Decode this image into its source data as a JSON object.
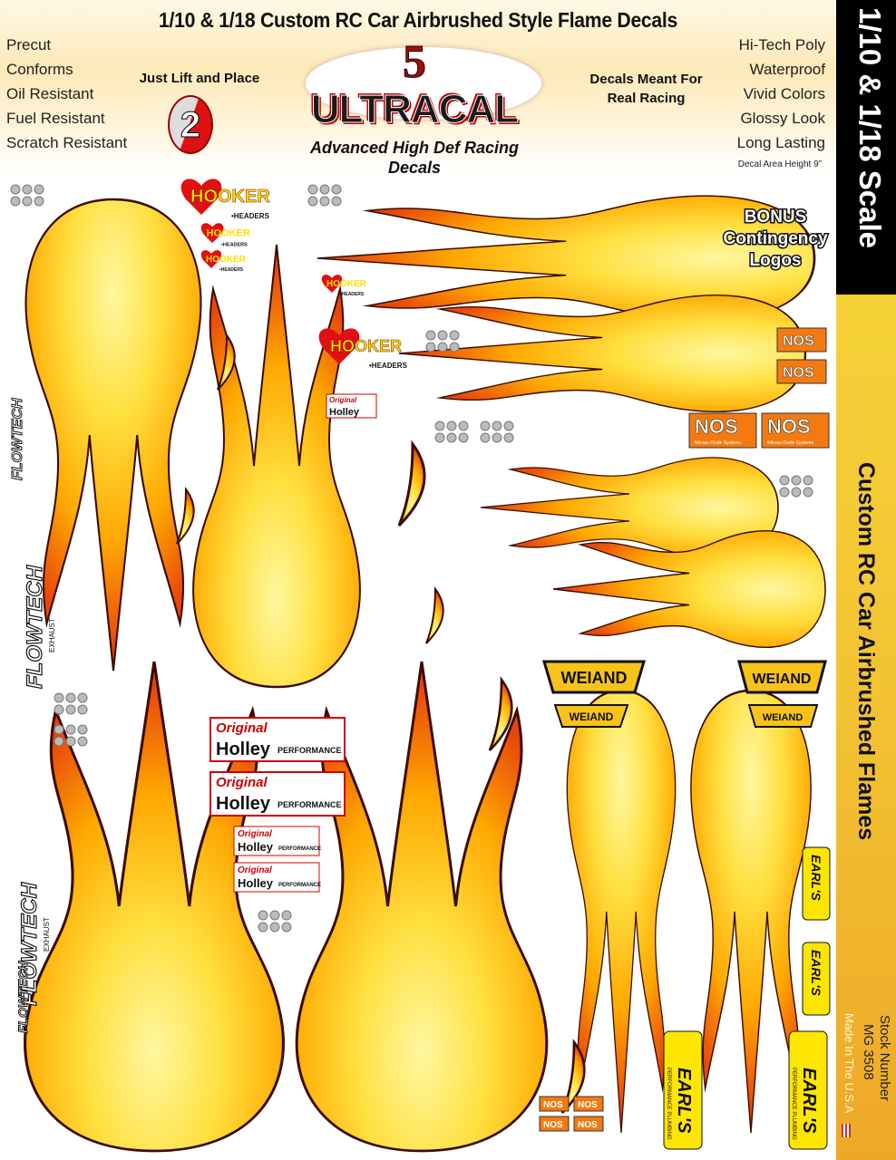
{
  "header": {
    "title": "1/10 & 1/18 Custom RC Car Airbrushed Style Flame Decals",
    "features_left": [
      "Precut",
      "Conforms",
      "Oil Resistant",
      "Fuel Resistant",
      "Scratch Resistant"
    ],
    "features_right": [
      "Hi-Tech Poly",
      "Waterproof",
      "Vivid Colors",
      "Glossy Look",
      "Long Lasting"
    ],
    "tag_left": "Just Lift and Place",
    "tag_right_1": "Decals Meant For",
    "tag_right_2": "Real Racing",
    "brand": "ULTRACAL",
    "brand_number": "5",
    "brand_sub": "Advanced High Def Racing Decals",
    "step_number": "2",
    "area_height": "Decal Area Height 9”"
  },
  "side": {
    "scale": "1/10 & 1/18 Scale",
    "product": "Custom RC Car Airbrushed Flames",
    "stock_label": "Stock Number",
    "stock_number": "MG 3508",
    "made_in": "Made In The U.S.A"
  },
  "logos": {
    "hooker": "HOOKER",
    "headers": "•HEADERS",
    "nos": "NOS",
    "nos_sub": "Nitrous Oxide Systems",
    "weiand": "WEIAND",
    "holley_original": "Original",
    "holley": "Holley",
    "holley_perf": "PERFORMANCE",
    "flowtech": "FLOWTECH",
    "exhaust": "EXHAUST",
    "earls": "EARL'S",
    "earls_sub": "PERFORMANCE PLUMBING",
    "bonus_1": "BONUS",
    "bonus_2": "Contingency",
    "bonus_3": "Logos"
  },
  "colors": {
    "flame_core": "#fff26a",
    "flame_mid": "#ffb000",
    "flame_edge": "#e8460a",
    "outline": "#3a0d00",
    "side_top": "#000000",
    "side_body": "#f3c332"
  }
}
